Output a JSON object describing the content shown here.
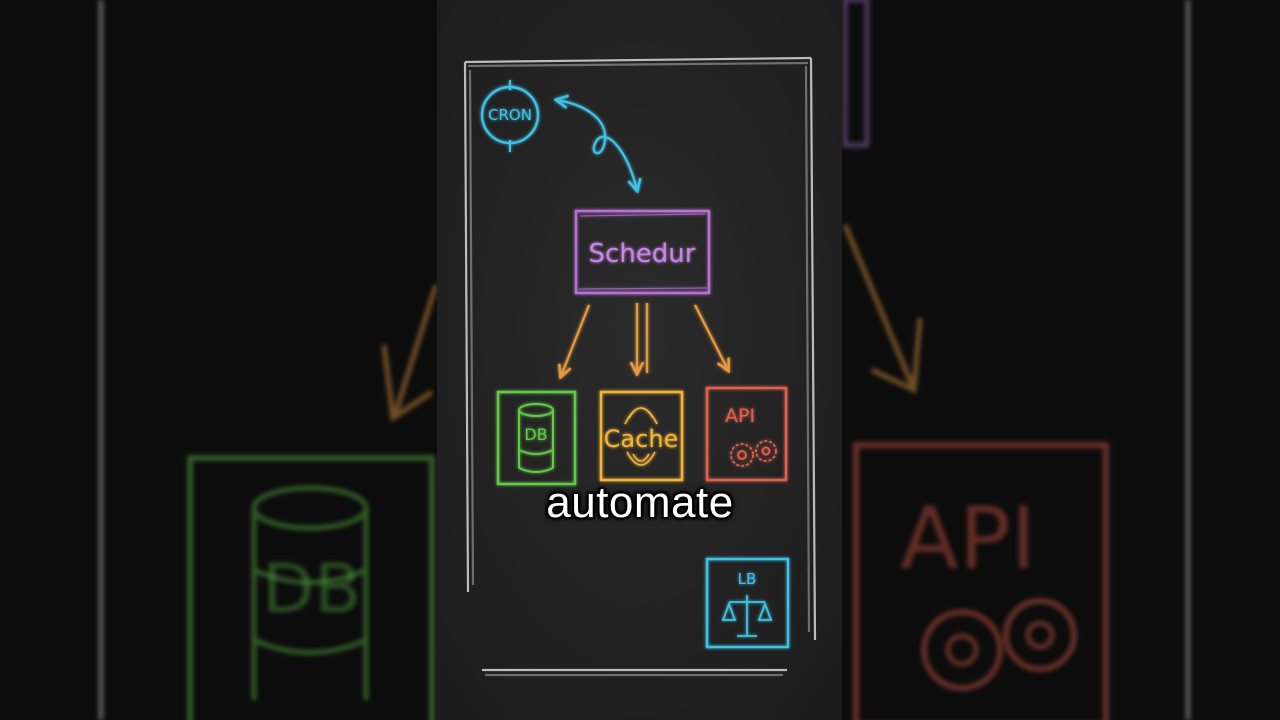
{
  "nodes": {
    "cron": {
      "label": "CRON"
    },
    "scheduler": {
      "label": "Schedur"
    },
    "db": {
      "label": "DB"
    },
    "cache": {
      "label": "Cache"
    },
    "api": {
      "label": "API"
    },
    "lb": {
      "label": "LB"
    }
  },
  "caption": "automate",
  "background": {
    "db_label": "DB",
    "api_label": "API"
  },
  "colors": {
    "cron": "#3fc2e6",
    "scheduler": "#b86fd6",
    "db": "#62c94a",
    "cache": "#f2b535",
    "api": "#e0604e",
    "lb": "#3fc2e6",
    "arrow_orange": "#e59a3f",
    "frame": "#d9d9d9"
  },
  "icons": {
    "cron": "clock-icon",
    "db": "database-cylinder-icon",
    "cache": "fingerprint-icon",
    "api": "gears-icon",
    "lb": "balance-scale-icon"
  }
}
